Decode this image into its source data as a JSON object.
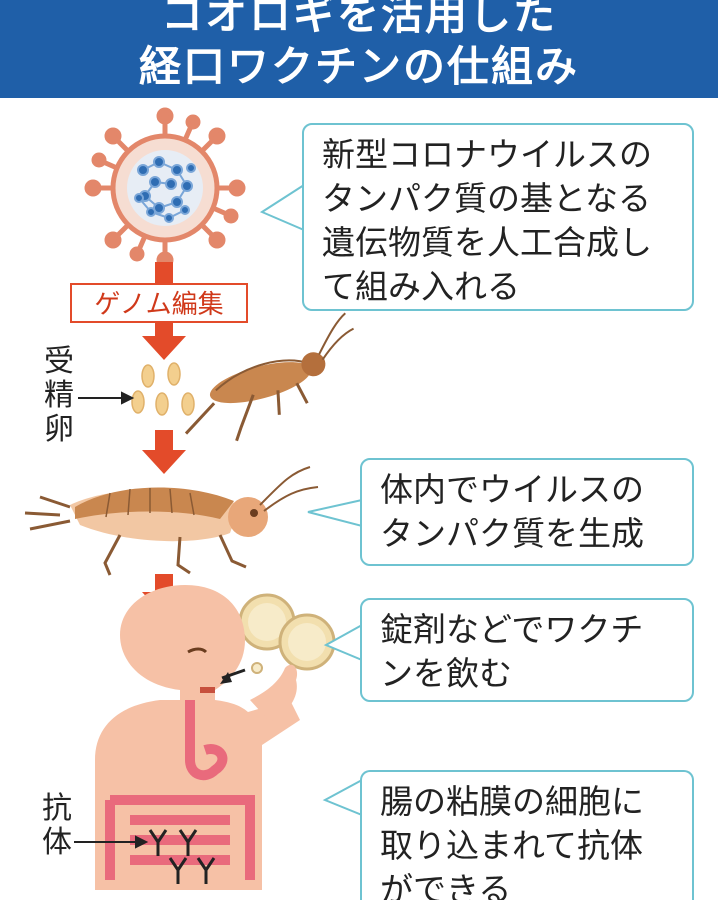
{
  "header": {
    "title_line1": "コオロギを活用した",
    "title_line2": "経口ワクチンの仕組み"
  },
  "callouts": [
    {
      "lines": [
        "新型コロナウイルスの",
        "タンパク質の基となる",
        "遺伝物質を人工合成し",
        "て組み入れる"
      ]
    },
    {
      "lines": [
        "体内でウイルスの",
        "タンパク質を生成"
      ]
    },
    {
      "lines": [
        "錠剤などでワクチ",
        "ンを飲む"
      ]
    },
    {
      "lines": [
        "腸の粘膜の細胞に",
        "取り込まれて抗体",
        "ができる"
      ]
    }
  ],
  "genome_label": "ゲノム編集",
  "egg_label": [
    "受",
    "精",
    "卵"
  ],
  "antibody_label": [
    "抗",
    "体"
  ],
  "colors": {
    "header_bg": "#1f5fa8",
    "arrow": "#e34b2a",
    "callout_border": "#6ec3d1",
    "skin": "#f6c1a6",
    "gut": "#e96a7c",
    "cricket": "#c9874f"
  },
  "icons": [
    "virus-icon",
    "cricket-icon",
    "egg-icon",
    "tablet-icon",
    "antibody-icon",
    "human-body-icon"
  ]
}
